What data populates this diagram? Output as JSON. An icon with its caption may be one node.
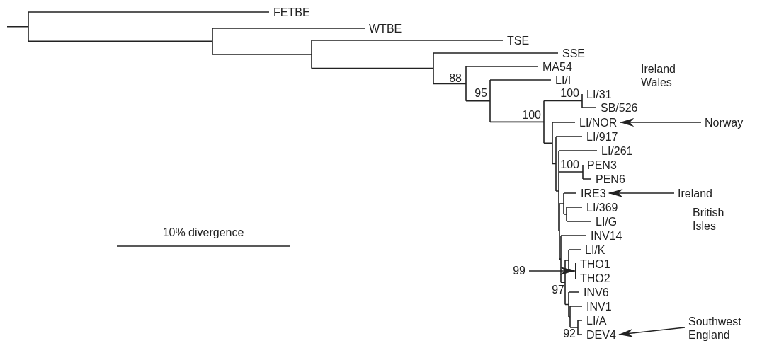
{
  "diagram": {
    "nodes": [
      {
        "text": [
          "LI/NOR"
        ]
      },
      {
        "text": [
          "Norway"
        ]
      },
      {
        "text": [
          "IRE3"
        ]
      },
      {
        "text": [
          "Ireland"
        ]
      },
      {
        "text": [
          "99"
        ]
      },
      {
        "text": [
          "DEV4"
        ]
      },
      {
        "text": [
          "Southwest England"
        ]
      },
      {
        "text": [],
        "shape": "bar"
      }
    ],
    "edges": [
      {
        "from": 1,
        "to": 0,
        "arrow": "to"
      },
      {
        "from": 3,
        "to": 2,
        "arrow": "to"
      },
      {
        "from": 4,
        "to": 7,
        "arrow": "to"
      },
      {
        "from": 6,
        "to": 5,
        "arrow": "to"
      }
    ],
    "labels": [
      "FETBE",
      "WTBE",
      "TSE",
      "SSE",
      "MA54",
      "Ireland Wales",
      "88",
      "LI/I",
      "95",
      "100",
      "LI/31",
      "100",
      "SB/526",
      "LI/917",
      "LI/261",
      "100",
      "PEN3",
      "PEN6",
      "LI/369",
      "British Isles",
      "LI/G",
      "INV14",
      "LI/K",
      "THO1",
      "THO2",
      "10% divergence",
      "97",
      "INV6",
      "INV1",
      "LI/A",
      "92"
    ]
  }
}
